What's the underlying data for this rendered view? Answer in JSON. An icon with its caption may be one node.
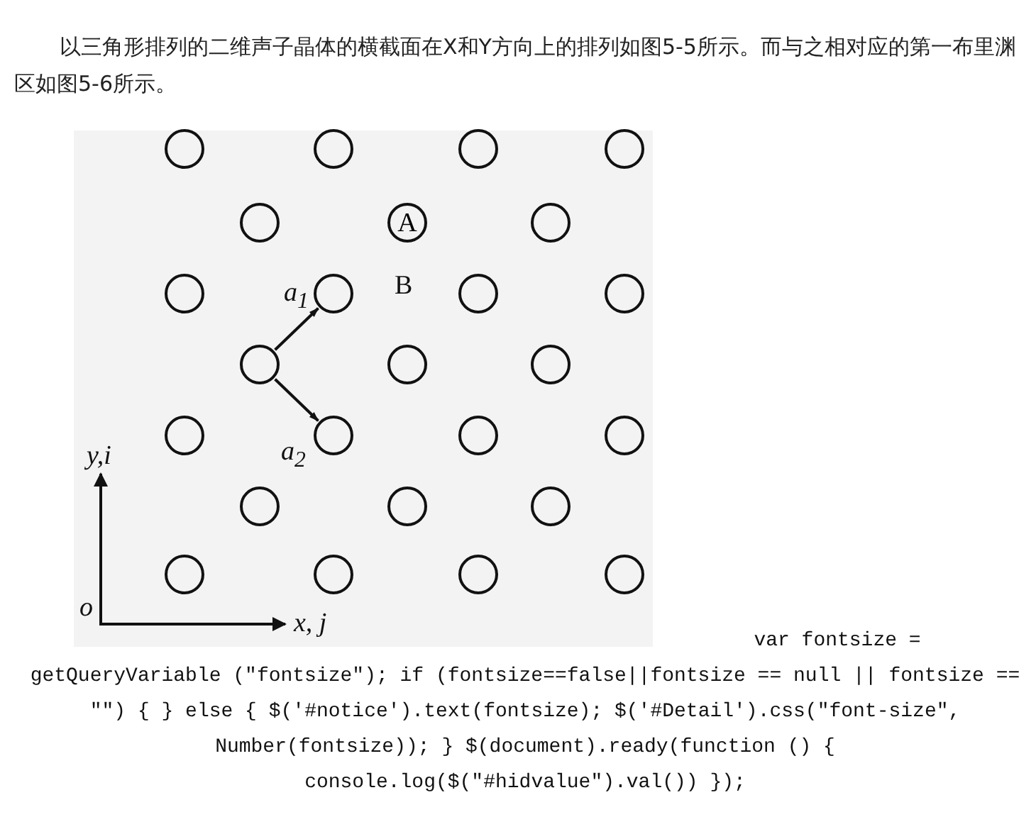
{
  "diagram": {
    "nodes": [
      {
        "text": [],
        "shape": "circle"
      },
      {
        "text": [],
        "shape": "circle"
      },
      {
        "text": [],
        "shape": "circle"
      },
      {
        "text": [],
        "shape": "circle"
      },
      {
        "text": [],
        "shape": "circle"
      },
      {
        "text": [
          "A"
        ]
      },
      {
        "text": [],
        "shape": "circle"
      },
      {
        "text": [],
        "shape": "circle"
      },
      {
        "text": [],
        "shape": "circle"
      },
      {
        "text": [],
        "shape": "circle"
      },
      {
        "text": [],
        "shape": "circle"
      },
      {
        "text": [],
        "shape": "circle"
      },
      {
        "text": [],
        "shape": "circle"
      },
      {
        "text": [],
        "shape": "circle"
      },
      {
        "text": [],
        "shape": "circle"
      },
      {
        "text": [],
        "shape": "circle"
      },
      {
        "text": [],
        "shape": "circle"
      },
      {
        "text": [],
        "shape": "circle"
      },
      {
        "text": [],
        "shape": "circle"
      },
      {
        "text": [],
        "shape": "circle"
      },
      {
        "text": [],
        "shape": "circle"
      },
      {
        "text": [],
        "shape": "circle"
      },
      {
        "text": [],
        "shape": "circle"
      },
      {
        "text": [],
        "shape": "circle"
      },
      {
        "text": [],
        "shape": "circle"
      }
    ],
    "edges": [
      {
        "from": 11,
        "to": 8,
        "arrow": "to",
        "label": "*a*$_{1}$"
      },
      {
        "from": 11,
        "to": 15,
        "arrow": "to",
        "label": "*a*$_{2}$"
      }
    ],
    "labels": [
      "以三角形排列的二维声子晶体的横截面在X和Y方向上的排列如图5-5所示。而与之相对应的第一布里渊区如图5-6所示。",
      "B",
      "y,i",
      "o",
      "x, j",
      "var fontsize = getQueryVariable (\"fontsize\"); if (fontsize==false||fontsize == null || fontsize == \"\") { } else { $('#notice').text(fontsize); $('#Detail').css(\"font-size\", Number(fontsize)); } $(document).ready(function () { console.log($(\"#hidvalue\").val()) });"
    ]
  }
}
